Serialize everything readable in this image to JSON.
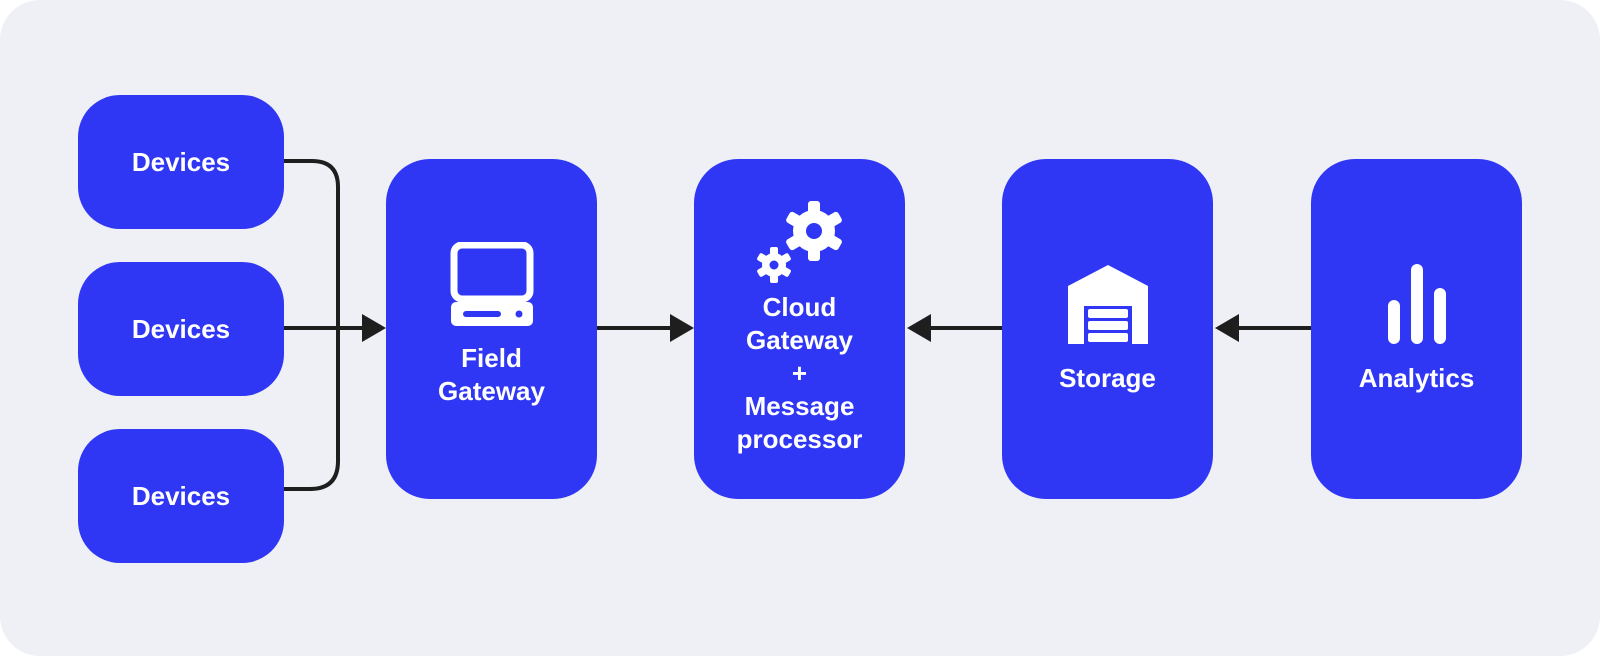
{
  "diagram": {
    "devices": [
      {
        "label": "Devices"
      },
      {
        "label": "Devices"
      },
      {
        "label": "Devices"
      }
    ],
    "nodes": {
      "field_gateway": {
        "label": "Field\nGateway",
        "icon": "computer-terminal-icon"
      },
      "cloud_gateway": {
        "label": "Cloud\nGateway\n+\nMessage\nprocessor",
        "icon": "gears-icon"
      },
      "storage": {
        "label": "Storage",
        "icon": "warehouse-icon"
      },
      "analytics": {
        "label": "Analytics",
        "icon": "bar-chart-icon"
      }
    },
    "edges": [
      {
        "from": "devices",
        "to": "field_gateway"
      },
      {
        "from": "field_gateway",
        "to": "cloud_gateway"
      },
      {
        "from": "storage",
        "to": "cloud_gateway"
      },
      {
        "from": "analytics",
        "to": "storage"
      }
    ],
    "colors": {
      "node": "#2f37f5",
      "background": "#eef0f5",
      "connector": "#1e1e1e",
      "text": "#ffffff"
    }
  }
}
